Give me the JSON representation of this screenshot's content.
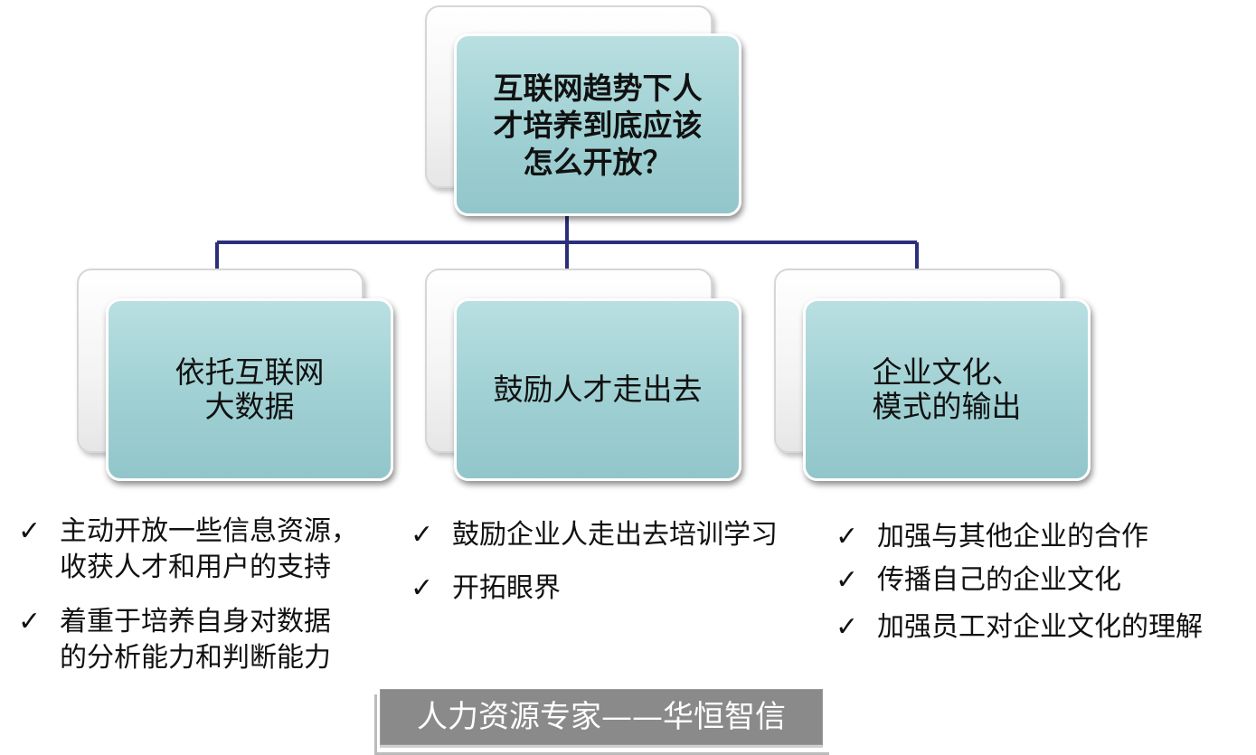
{
  "root": {
    "lines": [
      "互联网趋势下人",
      "才培养到底应该",
      "怎么开放？"
    ]
  },
  "children": [
    {
      "lines": [
        "依托互联网",
        "大数据"
      ]
    },
    {
      "lines": [
        "鼓励人才走出去"
      ]
    },
    {
      "lines": [
        "企业文化、",
        "模式的输出"
      ]
    }
  ],
  "bullets": {
    "check_glyph": "✓",
    "col1": [
      {
        "lines": [
          "主动开放一些信息资源，",
          "收获人才和用户的支持"
        ]
      },
      {
        "lines": [
          "着重于培养自身对数据",
          "的分析能力和判断能力"
        ]
      }
    ],
    "col2": [
      {
        "lines": [
          "鼓励企业人走出去培训学习"
        ]
      },
      {
        "lines": [
          "开拓眼界"
        ]
      }
    ],
    "col3": [
      {
        "lines": [
          "加强与其他企业的合作"
        ]
      },
      {
        "lines": [
          "传播自己的企业文化"
        ]
      },
      {
        "lines": [
          "加强员工对企业文化的理解"
        ]
      }
    ]
  },
  "footer": {
    "text": "人力资源专家——华恒智信"
  },
  "colors": {
    "node_fill": "#9fd0d3",
    "connector": "#2b2f7a",
    "footer_bg": "#8a8a8a"
  }
}
